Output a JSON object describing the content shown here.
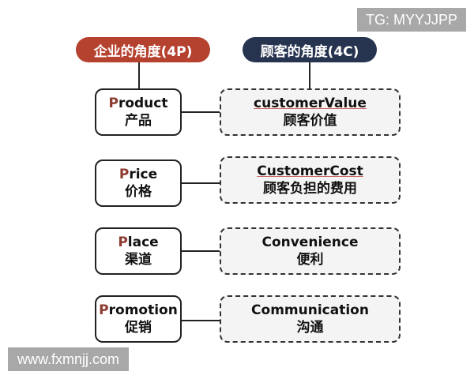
{
  "watermarks": {
    "top_right": "TG: MYYJJPP",
    "bottom_left": "www.fxmnjj.com"
  },
  "headers": {
    "left": "企业的角度(4P)",
    "right": "顾客的角度(4C)",
    "left_color": "#b5412f",
    "right_color": "#273450"
  },
  "rows": [
    {
      "left": {
        "first_letter": "P",
        "rest": "roduct",
        "cn": "产品"
      },
      "right": {
        "en": "customerValue",
        "cn": "顾客价值"
      }
    },
    {
      "left": {
        "first_letter": "P",
        "rest": "rice",
        "cn": "价格"
      },
      "right": {
        "en": "CustomerCost",
        "cn": "顾客负担的费用"
      }
    },
    {
      "left": {
        "first_letter": "P",
        "rest": "lace",
        "cn": "渠道"
      },
      "right": {
        "en": "Convenience",
        "cn": "便利"
      }
    },
    {
      "left": {
        "first_letter": "P",
        "rest": "romotion",
        "cn": "促销"
      },
      "right": {
        "en": "Communication",
        "cn": "沟通"
      }
    }
  ]
}
